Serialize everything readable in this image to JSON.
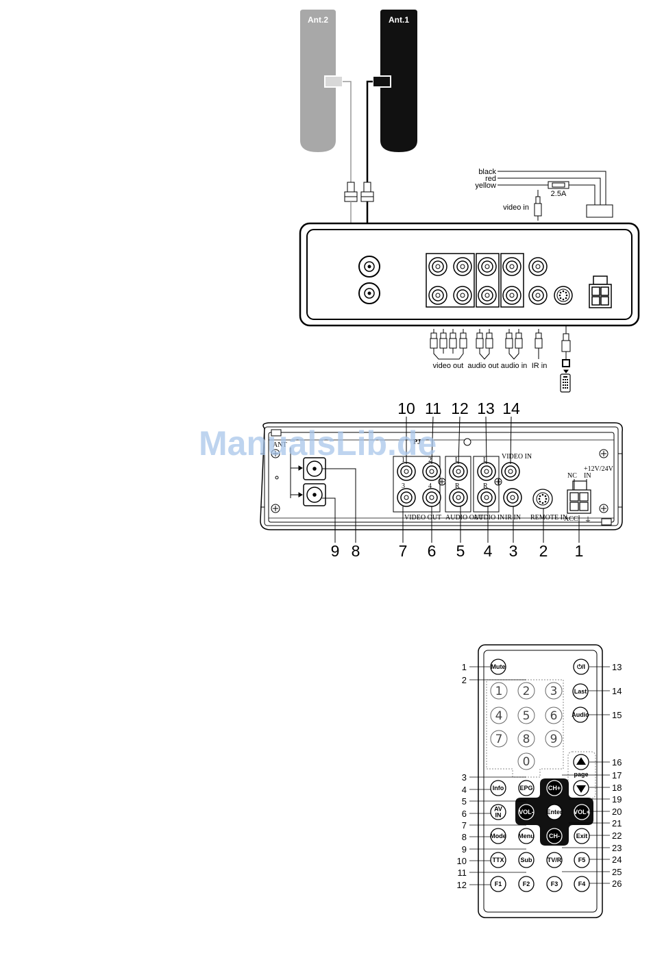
{
  "top_diagram": {
    "antenna_2": "Ant.2",
    "antenna_1": "Ant.1",
    "wire_black": "black",
    "wire_red": "red",
    "wire_yellow": "yellow",
    "fuse": "2.5A",
    "video_in": "video in",
    "video_out": "video out",
    "audio_out": "audio out",
    "audio_in": "audio in",
    "ir_in": "IR in"
  },
  "rear_panel": {
    "watermark": "ManualsLib.de",
    "label_ant": "ANT",
    "label_video_in": "VIDEO IN",
    "label_power": "+12V/24V",
    "label_nc": "NC",
    "label_in": "IN",
    "label_acc": "ACC",
    "label_video_out": "VIDEO OUT",
    "label_audio_out": "AUDIO OUT",
    "label_audio_in": "AUDIO IN",
    "label_ir_in": "IR IN",
    "label_remote_in": "REMOTE IN",
    "jack_1": "1",
    "jack_2": "2",
    "jack_3": "3",
    "jack_4": "4",
    "jack_L1": "L",
    "jack_R1": "R",
    "jack_L2": "L",
    "jack_R2": "R",
    "callouts_top": [
      "10",
      "11",
      "12",
      "13",
      "14"
    ],
    "callouts_bottom": [
      "9",
      "8",
      "7",
      "6",
      "5",
      "4",
      "3",
      "2",
      "1"
    ]
  },
  "remote": {
    "buttons": {
      "mute": "Mute",
      "power": "⏻/I",
      "last": "Last",
      "audio": "Audio",
      "page": "page",
      "epg": "EPG",
      "info": "Info",
      "ch_plus": "CH+",
      "vol_minus": "VOL-",
      "enter": "Enter",
      "vol_plus": "VOL+",
      "av_in": "AV IN",
      "menu": "Menu",
      "ch_minus": "CH-",
      "exit": "Exit",
      "mode": "Mode",
      "ttx": "TTX",
      "sub": "Sub",
      "tvr": "TV/R",
      "f1": "F1",
      "f2": "F2",
      "f3": "F3",
      "f4": "F4",
      "f5": "F5"
    },
    "digits": [
      "1",
      "2",
      "3",
      "4",
      "5",
      "6",
      "7",
      "8",
      "9",
      "0"
    ],
    "callouts_left": [
      "1",
      "2",
      "3",
      "4",
      "5",
      "6",
      "7",
      "8",
      "9",
      "10",
      "11",
      "12"
    ],
    "callouts_right": [
      "13",
      "14",
      "15",
      "16",
      "17",
      "18",
      "19",
      "20",
      "21",
      "22",
      "23",
      "24",
      "25",
      "26"
    ]
  }
}
